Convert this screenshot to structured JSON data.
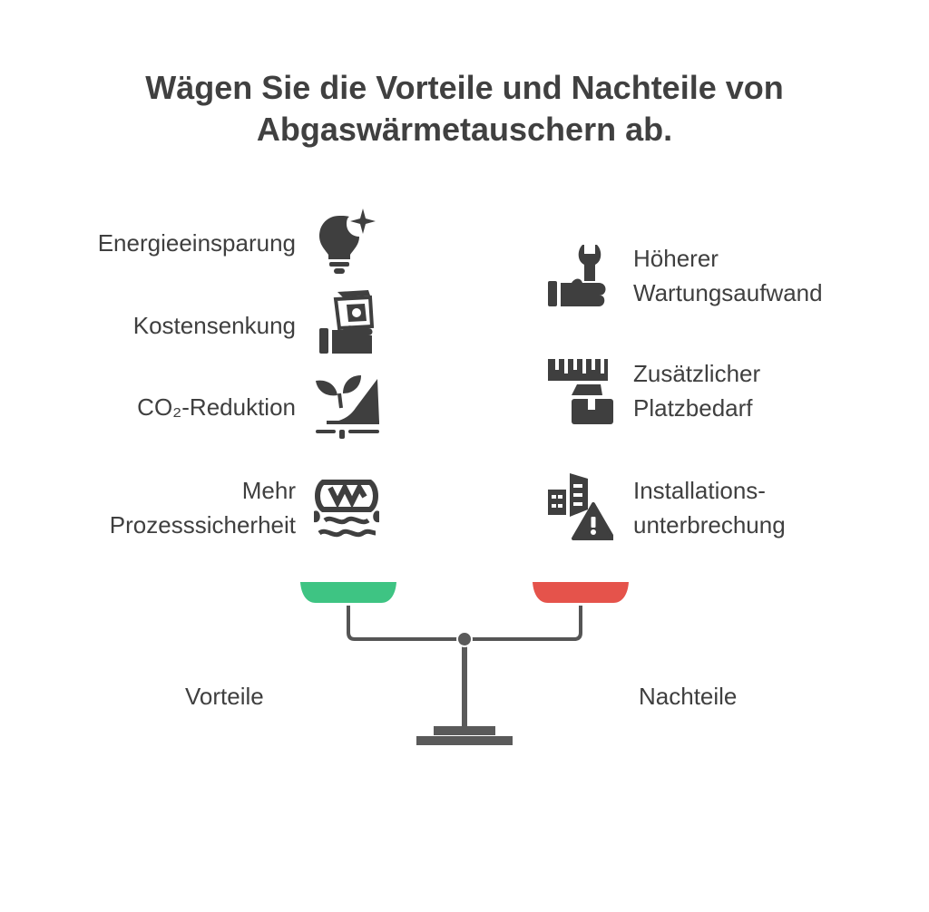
{
  "title": {
    "line1": "Wägen Sie die Vorteile und Nachteile von",
    "line2": "Abgaswärmetauschern ab."
  },
  "advantages": {
    "heading": "Vorteile",
    "color": "#3ec483",
    "items": [
      {
        "label": "Energieeinsparung",
        "icon": "lightbulb-sparkle-icon"
      },
      {
        "label": "Kostensenkung",
        "icon": "hand-holding-money-icon"
      },
      {
        "label": "CO₂-Reduktion",
        "icon": "hand-plant-icon"
      },
      {
        "label_line1": "Mehr",
        "label_line2": "Prozesssicherheit",
        "icon": "process-stability-icon"
      }
    ]
  },
  "disadvantages": {
    "heading": "Nachteile",
    "color": "#e5534b",
    "items": [
      {
        "label_line1": "Höherer",
        "label_line2": "Wartungsaufwand",
        "icon": "hand-wrench-icon"
      },
      {
        "label_line1": "Zusätzlicher",
        "label_line2": "Platzbedarf",
        "icon": "ruler-box-icon"
      },
      {
        "label_line1": "Installations-",
        "label_line2": "unterbrechung",
        "icon": "building-warning-icon"
      }
    ]
  },
  "icon_color": "#3f3f3f"
}
